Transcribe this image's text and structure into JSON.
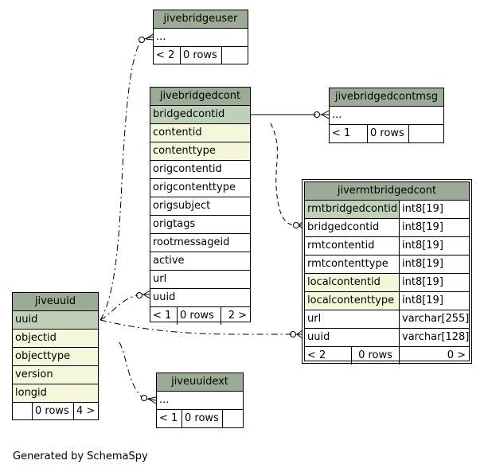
{
  "tables": {
    "jivebridgeuser": {
      "name": "jivebridgeuser",
      "more": "...",
      "parents": "< 2",
      "rows": "0 rows"
    },
    "jivebridgedcont": {
      "name": "jivebridgedcont",
      "columns": [
        "bridgedcontid",
        "contentid",
        "contenttype",
        "origcontentid",
        "origcontenttype",
        "origsubject",
        "origtags",
        "rootmessageid",
        "active",
        "url",
        "uuid"
      ],
      "parents": "< 1",
      "rows": "0 rows",
      "children": "2 >"
    },
    "jivebridgedcontmsg": {
      "name": "jivebridgedcontmsg",
      "more": "...",
      "parents": "< 1",
      "rows": "0 rows"
    },
    "jivermtbridgedcont": {
      "name": "jivermtbridgedcont",
      "columns": [
        {
          "name": "rmtbridgedcontid",
          "type": "int8[19]"
        },
        {
          "name": "bridgedcontid",
          "type": "int8[19]"
        },
        {
          "name": "rmtcontentid",
          "type": "int8[19]"
        },
        {
          "name": "rmtcontenttype",
          "type": "int8[19]"
        },
        {
          "name": "localcontentid",
          "type": "int8[19]"
        },
        {
          "name": "localcontenttype",
          "type": "int8[19]"
        },
        {
          "name": "url",
          "type": "varchar[255]"
        },
        {
          "name": "uuid",
          "type": "varchar[128]"
        }
      ],
      "parents": "< 2",
      "rows": "0 rows",
      "children": "0 >"
    },
    "jiveuuid": {
      "name": "jiveuuid",
      "columns": [
        "uuid",
        "objectid",
        "objecttype",
        "version",
        "longid"
      ],
      "rows": "0 rows",
      "children": "4 >"
    },
    "jiveuuidext": {
      "name": "jiveuuidext",
      "more": "...",
      "parents": "< 1",
      "rows": "0 rows"
    }
  },
  "footer": {
    "credit": "Generated by SchemaSpy"
  }
}
